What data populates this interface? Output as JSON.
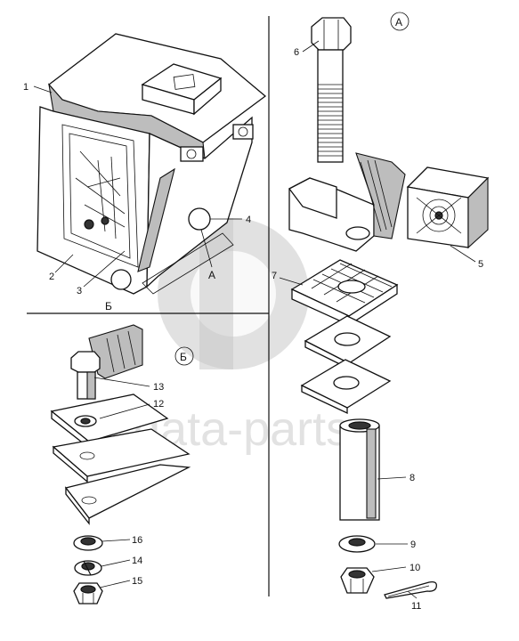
{
  "watermark": {
    "text": "data-parts"
  },
  "callouts": {
    "l1": "1",
    "l2": "2",
    "l3": "3",
    "l4": "4",
    "l5": "5",
    "l6": "6",
    "l7": "7",
    "l8": "8",
    "l9": "9",
    "l10": "10",
    "l11": "11",
    "l12": "12",
    "l13": "13",
    "l14": "14",
    "l15": "15",
    "l16": "16"
  },
  "view_markers": {
    "a_circle": "А",
    "b_circle": "Б",
    "a_on_cab": "А",
    "b_on_cab": "Б"
  }
}
